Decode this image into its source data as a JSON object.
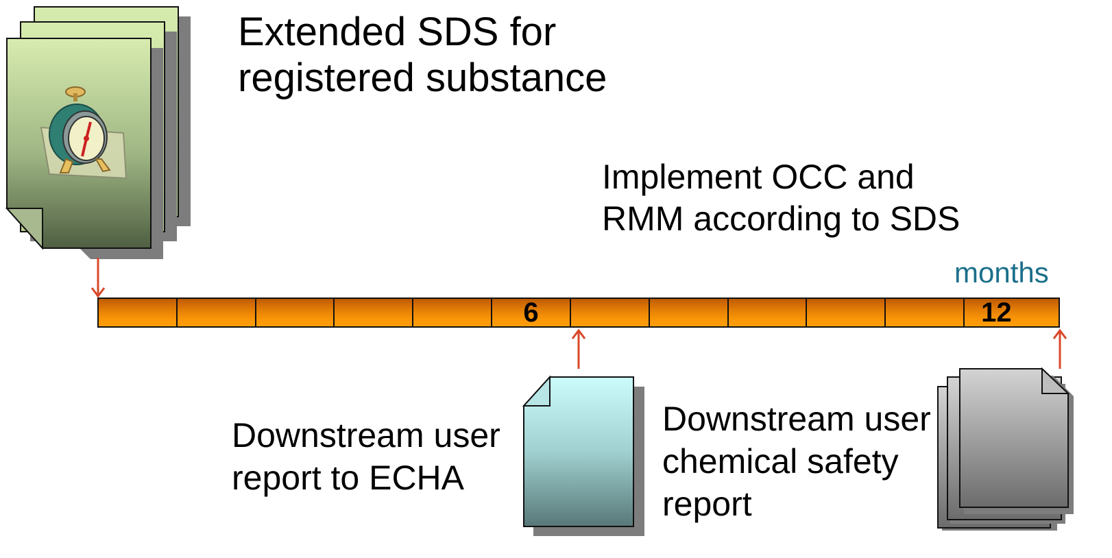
{
  "title": {
    "line1": "Extended SDS for",
    "line2": "registered substance"
  },
  "implement": {
    "line1": "Implement OCC and",
    "line2": "RMM according to SDS"
  },
  "timeline": {
    "unit_label": "months",
    "segments": [
      "",
      "",
      "",
      "",
      "",
      "6",
      "",
      "",
      "",
      "",
      "",
      "12"
    ]
  },
  "report_echa": {
    "line1": "Downstream user",
    "line2": "report to ECHA"
  },
  "csr": {
    "line1": "Downstream user",
    "line2": "chemical safety",
    "line3": "report"
  },
  "colors": {
    "arrow": "#d9482a",
    "bar": "#f89407",
    "months_text": "#1b6f8a",
    "sds_doc": "#c6dca0",
    "echa_doc": "#c8f8f8",
    "csr_doc": "#d0d0d0"
  },
  "icons": [
    "alarm-clock-icon",
    "document-stack-icon",
    "document-icon",
    "arrow-down-icon",
    "arrow-up-icon"
  ]
}
